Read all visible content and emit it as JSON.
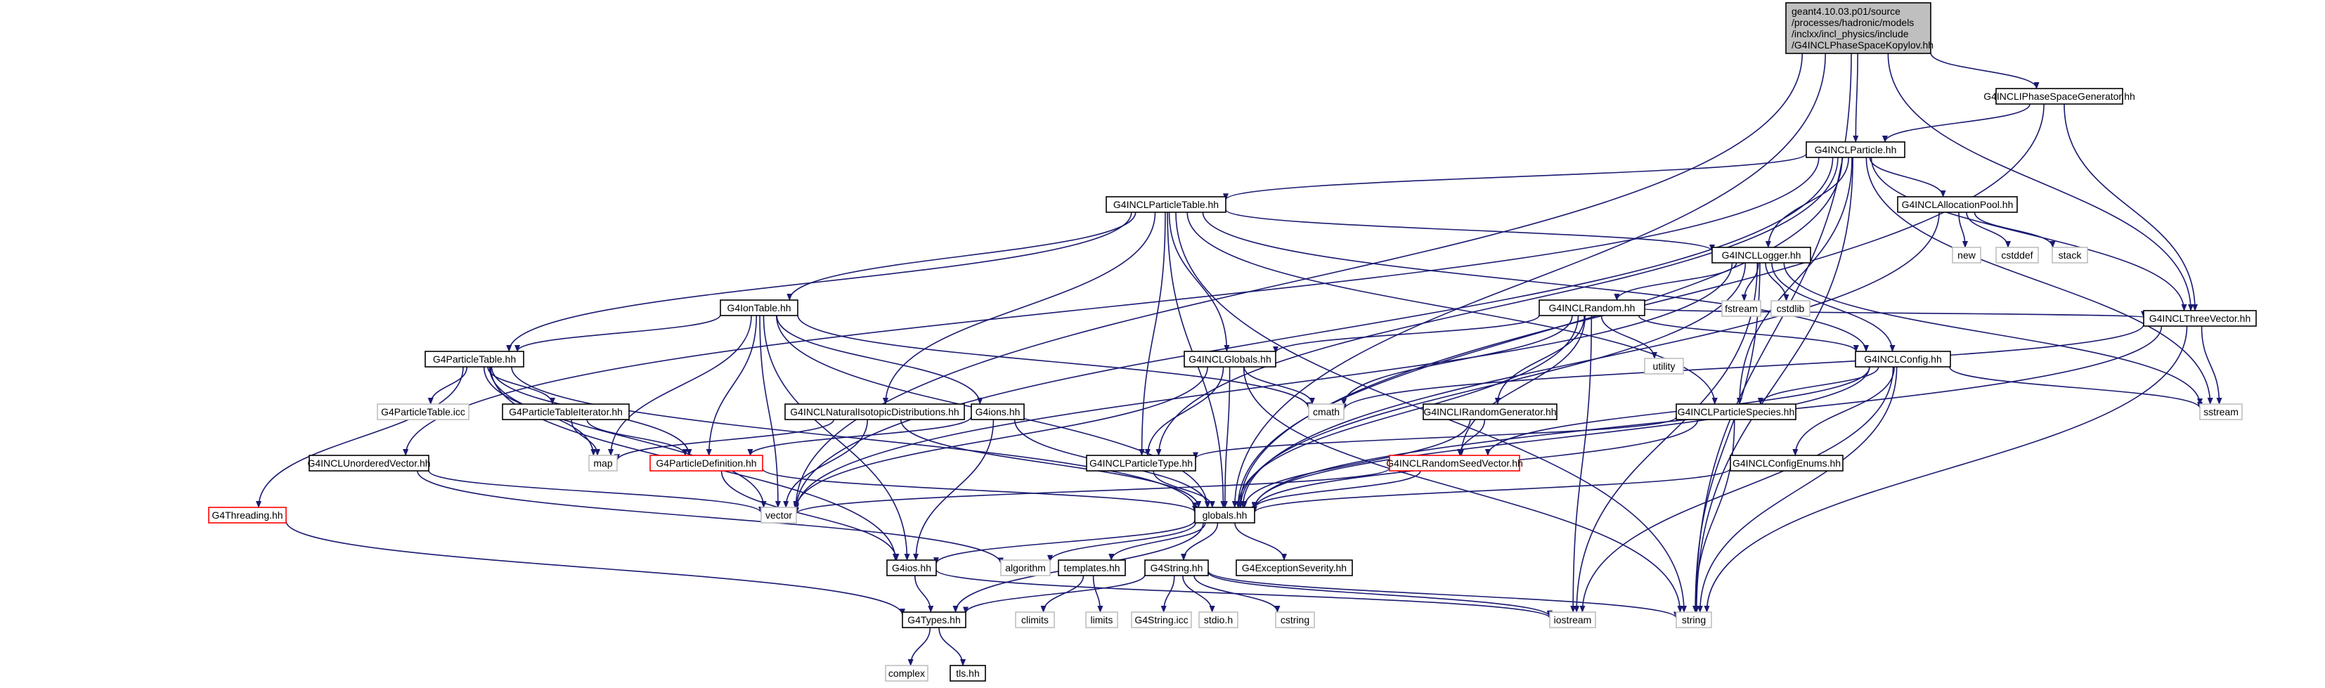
{
  "colors": {
    "edge": "#191970",
    "root_fill": "#bfbfbf",
    "border": "#000000",
    "red_border": "#ff0000",
    "gray_border": "#bfbfbf"
  },
  "root_title_lines": [
    "geant4.10.03.p01/source",
    "/processes/hadronic/models",
    "/inclxx/incl_physics/include",
    "/G4INCLPhaseSpaceKopylov.hh"
  ],
  "nodes": [
    {
      "id": "root",
      "label": "geant4.10.03.p01/source /processes/hadronic/models /inclxx/incl_physics/include /G4INCLPhaseSpaceKopylov.hh",
      "style": "root"
    },
    {
      "id": "psgen",
      "label": "G4INCLIPhaseSpaceGenerator.hh",
      "style": "normal"
    },
    {
      "id": "particle",
      "label": "G4INCLParticle.hh",
      "style": "normal"
    },
    {
      "id": "ptable",
      "label": "G4INCLParticleTable.hh",
      "style": "normal"
    },
    {
      "id": "allocpool",
      "label": "G4INCLAllocationPool.hh",
      "style": "normal"
    },
    {
      "id": "new",
      "label": "new",
      "style": "gray"
    },
    {
      "id": "cstddef",
      "label": "cstddef",
      "style": "gray"
    },
    {
      "id": "stack",
      "label": "stack",
      "style": "gray"
    },
    {
      "id": "logger",
      "label": "G4INCLLogger.hh",
      "style": "normal"
    },
    {
      "id": "random",
      "label": "G4INCLRandom.hh",
      "style": "normal"
    },
    {
      "id": "fstream",
      "label": "fstream",
      "style": "gray"
    },
    {
      "id": "cstdlib",
      "label": "cstdlib",
      "style": "gray"
    },
    {
      "id": "utility",
      "label": "utility",
      "style": "gray"
    },
    {
      "id": "threevec",
      "label": "G4INCLThreeVector.hh",
      "style": "normal"
    },
    {
      "id": "iontable",
      "label": "G4IonTable.hh",
      "style": "normal"
    },
    {
      "id": "g4ptable",
      "label": "G4ParticleTable.hh",
      "style": "normal"
    },
    {
      "id": "globals_incl",
      "label": "G4INCLGlobals.hh",
      "style": "normal"
    },
    {
      "id": "config",
      "label": "G4INCLConfig.hh",
      "style": "normal"
    },
    {
      "id": "cmath",
      "label": "cmath",
      "style": "gray"
    },
    {
      "id": "sstream",
      "label": "sstream",
      "style": "gray"
    },
    {
      "id": "ptableicc",
      "label": "G4ParticleTable.icc",
      "style": "gray"
    },
    {
      "id": "ptableiter",
      "label": "G4ParticleTableIterator.hh",
      "style": "normal"
    },
    {
      "id": "natiso",
      "label": "G4INCLNaturalIsotopicDistributions.hh",
      "style": "normal"
    },
    {
      "id": "ions",
      "label": "G4ions.hh",
      "style": "normal"
    },
    {
      "id": "rngen",
      "label": "G4INCLIRandomGenerator.hh",
      "style": "normal"
    },
    {
      "id": "species",
      "label": "G4INCLParticleSpecies.hh",
      "style": "normal"
    },
    {
      "id": "map",
      "label": "map",
      "style": "gray"
    },
    {
      "id": "pdef",
      "label": "G4ParticleDefinition.hh",
      "style": "red"
    },
    {
      "id": "ptype",
      "label": "G4INCLParticleType.hh",
      "style": "normal"
    },
    {
      "id": "seedvec",
      "label": "G4INCLRandomSeedVector.hh",
      "style": "red"
    },
    {
      "id": "unordvec",
      "label": "G4INCLUnorderedVector.hh",
      "style": "normal"
    },
    {
      "id": "configenums",
      "label": "G4INCLConfigEnums.hh",
      "style": "normal"
    },
    {
      "id": "threading",
      "label": "G4Threading.hh",
      "style": "red"
    },
    {
      "id": "vector",
      "label": "vector",
      "style": "gray"
    },
    {
      "id": "globals",
      "label": "globals.hh",
      "style": "normal"
    },
    {
      "id": "algorithm",
      "label": "algorithm",
      "style": "gray"
    },
    {
      "id": "g4ios",
      "label": "G4ios.hh",
      "style": "normal"
    },
    {
      "id": "templates",
      "label": "templates.hh",
      "style": "normal"
    },
    {
      "id": "g4string",
      "label": "G4String.hh",
      "style": "normal"
    },
    {
      "id": "exsev",
      "label": "G4ExceptionSeverity.hh",
      "style": "normal"
    },
    {
      "id": "climits",
      "label": "climits",
      "style": "gray"
    },
    {
      "id": "limits",
      "label": "limits",
      "style": "gray"
    },
    {
      "id": "stringicc",
      "label": "G4String.icc",
      "style": "gray"
    },
    {
      "id": "stdio",
      "label": "stdio.h",
      "style": "gray"
    },
    {
      "id": "cstring",
      "label": "cstring",
      "style": "gray"
    },
    {
      "id": "iostream",
      "label": "iostream",
      "style": "gray"
    },
    {
      "id": "string",
      "label": "string",
      "style": "gray"
    },
    {
      "id": "g4types",
      "label": "G4Types.hh",
      "style": "normal"
    },
    {
      "id": "complex",
      "label": "complex",
      "style": "gray"
    },
    {
      "id": "tls",
      "label": "tls.hh",
      "style": "normal"
    }
  ],
  "edges": [
    [
      "root",
      "psgen"
    ],
    [
      "root",
      "particle"
    ],
    [
      "root",
      "threevec"
    ],
    [
      "root",
      "globals"
    ],
    [
      "root",
      "vector"
    ],
    [
      "root",
      "string"
    ],
    [
      "psgen",
      "particle"
    ],
    [
      "psgen",
      "threevec"
    ],
    [
      "psgen",
      "globals"
    ],
    [
      "particle",
      "ptable"
    ],
    [
      "particle",
      "allocpool"
    ],
    [
      "particle",
      "logger"
    ],
    [
      "particle",
      "threevec"
    ],
    [
      "particle",
      "species"
    ],
    [
      "particle",
      "globals"
    ],
    [
      "particle",
      "sstream"
    ],
    [
      "particle",
      "string"
    ],
    [
      "particle",
      "vector"
    ],
    [
      "particle",
      "unordvec"
    ],
    [
      "particle",
      "ptype"
    ],
    [
      "ptable",
      "logger"
    ],
    [
      "ptable",
      "config"
    ],
    [
      "ptable",
      "iontable"
    ],
    [
      "ptable",
      "g4ptable"
    ],
    [
      "ptable",
      "globals_incl"
    ],
    [
      "ptable",
      "natiso"
    ],
    [
      "ptable",
      "ptype"
    ],
    [
      "ptable",
      "species"
    ],
    [
      "ptable",
      "globals"
    ],
    [
      "ptable",
      "string"
    ],
    [
      "allocpool",
      "new"
    ],
    [
      "allocpool",
      "cstddef"
    ],
    [
      "allocpool",
      "stack"
    ],
    [
      "allocpool",
      "globals"
    ],
    [
      "logger",
      "random"
    ],
    [
      "logger",
      "config"
    ],
    [
      "logger",
      "fstream"
    ],
    [
      "logger",
      "cstdlib"
    ],
    [
      "logger",
      "sstream"
    ],
    [
      "logger",
      "iostream"
    ],
    [
      "logger",
      "string"
    ],
    [
      "logger",
      "globals"
    ],
    [
      "logger",
      "vector"
    ],
    [
      "random",
      "threevec"
    ],
    [
      "random",
      "globals_incl"
    ],
    [
      "random",
      "config"
    ],
    [
      "random",
      "rngen"
    ],
    [
      "random",
      "utility"
    ],
    [
      "random",
      "cmath"
    ],
    [
      "random",
      "iostream"
    ],
    [
      "random",
      "globals"
    ],
    [
      "random",
      "seedvec"
    ],
    [
      "threevec",
      "cmath"
    ],
    [
      "threevec",
      "sstream"
    ],
    [
      "threevec",
      "string"
    ],
    [
      "threevec",
      "globals"
    ],
    [
      "iontable",
      "g4ptable"
    ],
    [
      "iontable",
      "ions"
    ],
    [
      "iontable",
      "pdef"
    ],
    [
      "iontable",
      "cmath"
    ],
    [
      "iontable",
      "vector"
    ],
    [
      "iontable",
      "globals"
    ],
    [
      "iontable",
      "map"
    ],
    [
      "iontable",
      "g4ios"
    ],
    [
      "g4ptable",
      "ptableicc"
    ],
    [
      "g4ptable",
      "ptableiter"
    ],
    [
      "g4ptable",
      "pdef"
    ],
    [
      "g4ptable",
      "threading"
    ],
    [
      "g4ptable",
      "map"
    ],
    [
      "g4ptable",
      "globals"
    ],
    [
      "g4ptable",
      "g4ios"
    ],
    [
      "g4ptable",
      "vector"
    ],
    [
      "globals_incl",
      "cmath"
    ],
    [
      "globals_incl",
      "ptype"
    ],
    [
      "globals_incl",
      "globals"
    ],
    [
      "globals_incl",
      "vector"
    ],
    [
      "globals_incl",
      "string"
    ],
    [
      "config",
      "species"
    ],
    [
      "config",
      "configenums"
    ],
    [
      "config",
      "globals"
    ],
    [
      "config",
      "iostream"
    ],
    [
      "config",
      "sstream"
    ],
    [
      "config",
      "string"
    ],
    [
      "config",
      "seedvec"
    ],
    [
      "ptableiter",
      "map"
    ],
    [
      "ptableiter",
      "pdef"
    ],
    [
      "natiso",
      "map"
    ],
    [
      "natiso",
      "vector"
    ],
    [
      "natiso",
      "globals"
    ],
    [
      "ions",
      "pdef"
    ],
    [
      "ions",
      "globals"
    ],
    [
      "ions",
      "g4ios"
    ],
    [
      "rngen",
      "seedvec"
    ],
    [
      "rngen",
      "globals"
    ],
    [
      "species",
      "ptype"
    ],
    [
      "species",
      "globals"
    ],
    [
      "species",
      "string"
    ],
    [
      "pdef",
      "globals"
    ],
    [
      "pdef",
      "g4ios"
    ],
    [
      "ptype",
      "globals"
    ],
    [
      "seedvec",
      "vector"
    ],
    [
      "seedvec",
      "globals"
    ],
    [
      "unordvec",
      "vector"
    ],
    [
      "unordvec",
      "algorithm"
    ],
    [
      "configenums",
      "globals"
    ],
    [
      "threading",
      "g4types"
    ],
    [
      "globals",
      "algorithm"
    ],
    [
      "globals",
      "g4ios"
    ],
    [
      "globals",
      "templates"
    ],
    [
      "globals",
      "g4string"
    ],
    [
      "globals",
      "exsev"
    ],
    [
      "globals",
      "g4types"
    ],
    [
      "g4ios",
      "g4types"
    ],
    [
      "g4ios",
      "iostream"
    ],
    [
      "templates",
      "climits"
    ],
    [
      "templates",
      "limits"
    ],
    [
      "g4string",
      "stringicc"
    ],
    [
      "g4string",
      "stdio"
    ],
    [
      "g4string",
      "cstring"
    ],
    [
      "g4string",
      "string"
    ],
    [
      "g4string",
      "iostream"
    ],
    [
      "g4string",
      "g4types"
    ],
    [
      "g4types",
      "complex"
    ],
    [
      "g4types",
      "tls"
    ]
  ]
}
